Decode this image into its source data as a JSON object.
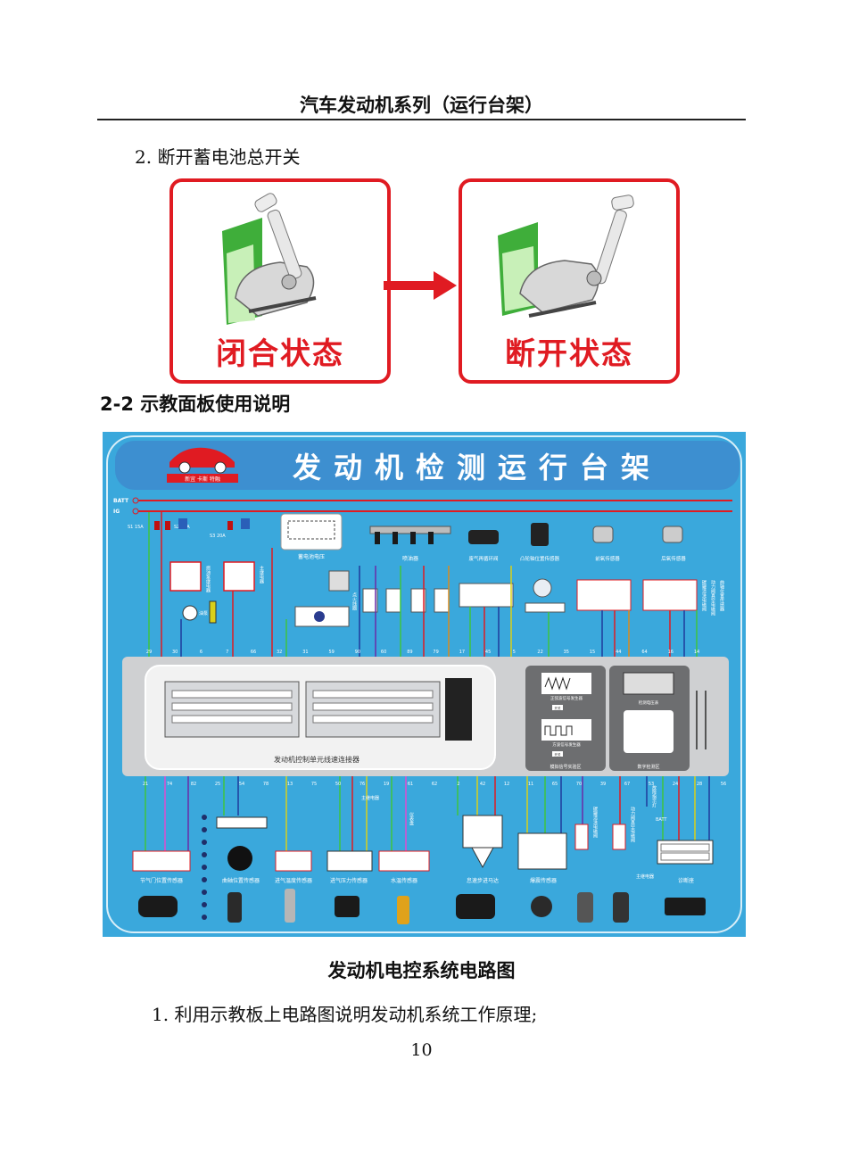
{
  "header": {
    "title": "汽车发动机系列（运行台架）"
  },
  "steps": {
    "step2": "2. 断开蓄电池总开关",
    "step1": "1. 利用示教板上电路图说明发动机系统工作原理;"
  },
  "states": {
    "closed": "闭合状态",
    "open": "断开状态"
  },
  "section": {
    "title": "2-2  示教面板使用说明"
  },
  "board": {
    "title": "发动机检测运行台架",
    "logo": "新宜 卡斯 特融",
    "rails": {
      "batt": "BATT",
      "ig": "IG"
    },
    "fuses": [
      "S1 15A",
      "S2 20A",
      "S3 20A"
    ],
    "relays": [
      "燃油泵继电器",
      "主继电器"
    ],
    "top_components": [
      "蓄电池电压",
      "喷油器",
      "废气再循环阀",
      "凸轮轴位置传感器",
      "前氧传感器",
      "后氧传感器"
    ],
    "fuel_pump": "油泵",
    "ignition": "点火线圈",
    "right_vertical_labels": [
      "碳罐清洗电磁阀",
      "动力阀真空电磁阀",
      "曲轴位置传感器"
    ],
    "ecu_connector_label": "发动机控制单元线速连接器",
    "signal_panel": {
      "title": "模拟信号实验区",
      "gen1": "正弦波信号发生器",
      "gen2": "方波信号发生器",
      "btn1": "开关",
      "btn2": "开关"
    },
    "digital_panel": {
      "title": "数字检测区",
      "meter": "检测电压表"
    },
    "bottom_components": [
      "节气门位置传感器",
      "曲轴位置传感器",
      "进气温度传感器",
      "进气压力传感器",
      "水温传感器",
      "怠速步进马达",
      "爆震传感器",
      "诊断座"
    ],
    "bottom_labels": {
      "main_relay": "主继电器",
      "main_relay2": "主继电器",
      "canister": "碳罐清洗电磁阀",
      "power_valve": "动力阀真空电磁阀",
      "fault_lamp": "故障指示灯",
      "batt": "BATT",
      "instrument": "仪表盘"
    },
    "top_pins": [
      "29",
      "30",
      "6",
      "7",
      "66",
      "32",
      "31",
      "59",
      "90",
      "60",
      "89",
      "79",
      "17",
      "45",
      "5",
      "22",
      "35",
      "15",
      "44",
      "64",
      "16",
      "14"
    ],
    "bottom_pins": [
      "21",
      "74",
      "82",
      "25",
      "54",
      "78",
      "13",
      "75",
      "50",
      "76",
      "19",
      "61",
      "62",
      "2",
      "42",
      "12",
      "11",
      "65",
      "70",
      "39",
      "67",
      "53",
      "24",
      "28",
      "56"
    ]
  },
  "figure_caption": "发动机电控系统电路图",
  "page_number": "10",
  "colors": {
    "accent_red": "#e01b22",
    "board_blue": "#3aa8dc",
    "panel_gray": "#cfd0d2"
  }
}
